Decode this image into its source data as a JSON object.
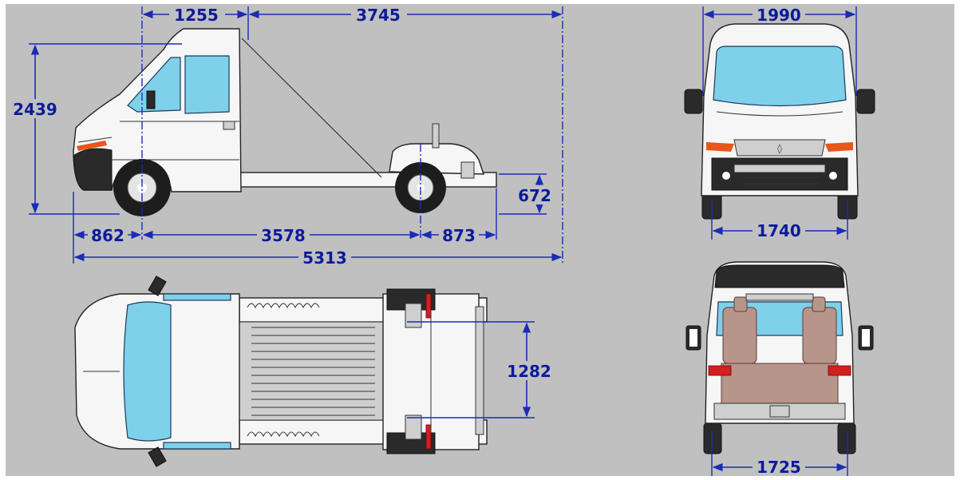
{
  "diagram": {
    "background_color": "#c0c0c0",
    "dimension_color": "#0c1b9a",
    "views": [
      "side-view",
      "top-view",
      "front-view",
      "rear-view"
    ],
    "dimensions": {
      "cab_length": "1255",
      "chassis_length": "3745",
      "overall_height": "2439",
      "front_overhang": "862",
      "wheelbase": "3578",
      "rear_overhang": "873",
      "rear_frame_height": "672",
      "overall_length": "5313",
      "overall_width": "1990",
      "front_track": "1740",
      "frame_width": "1282",
      "rear_track": "1725"
    }
  }
}
